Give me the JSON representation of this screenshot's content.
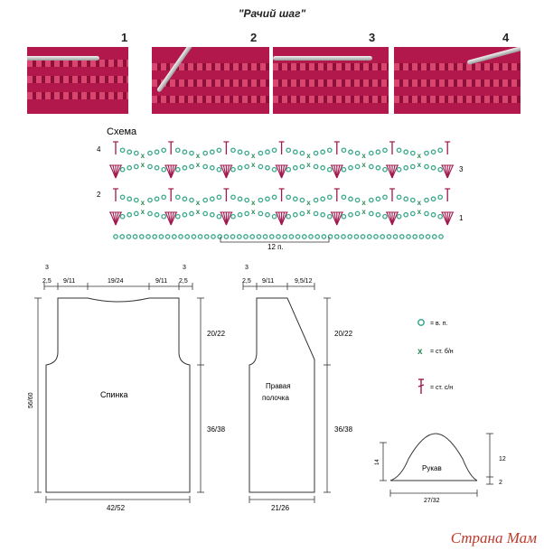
{
  "title": "\"Рачий шаг\"",
  "steps": [
    "1",
    "2",
    "3",
    "4"
  ],
  "schema": {
    "label": "Схема",
    "row_numbers_left": [
      "4",
      "2"
    ],
    "row_numbers_right": [
      "3",
      "1"
    ],
    "repeat_label": "12 п."
  },
  "back": {
    "top_dims": [
      "3",
      "2,5",
      "9/11",
      "19/24",
      "9/11",
      "3",
      "2,5"
    ],
    "label": "Спинка",
    "height_left": "56/60",
    "right_upper": "20/22",
    "right_lower": "36/38",
    "width": "42/52"
  },
  "front": {
    "top_dims": [
      "3",
      "2,5",
      "9/11",
      "9,5/12"
    ],
    "label_line1": "Правая",
    "label_line2": "полочка",
    "right_upper": "20/22",
    "right_lower": "36/38",
    "width": "21/26"
  },
  "legend": [
    {
      "symbol": "chain-icon",
      "text": "= в. п."
    },
    {
      "symbol": "single-crochet-icon",
      "text": "= ст. б/н"
    },
    {
      "symbol": "double-crochet-icon",
      "text": "= ст. с/н"
    }
  ],
  "sleeve": {
    "label": "Рукав",
    "left_height": "14",
    "right_upper": "12",
    "right_lower": "2",
    "width": "27/32"
  },
  "watermark": "Страна Мам",
  "colors": {
    "chain": "#3aa88a",
    "cross": "#2e8b57",
    "stitch": "#a0194e",
    "yarn": "#b3184d"
  }
}
